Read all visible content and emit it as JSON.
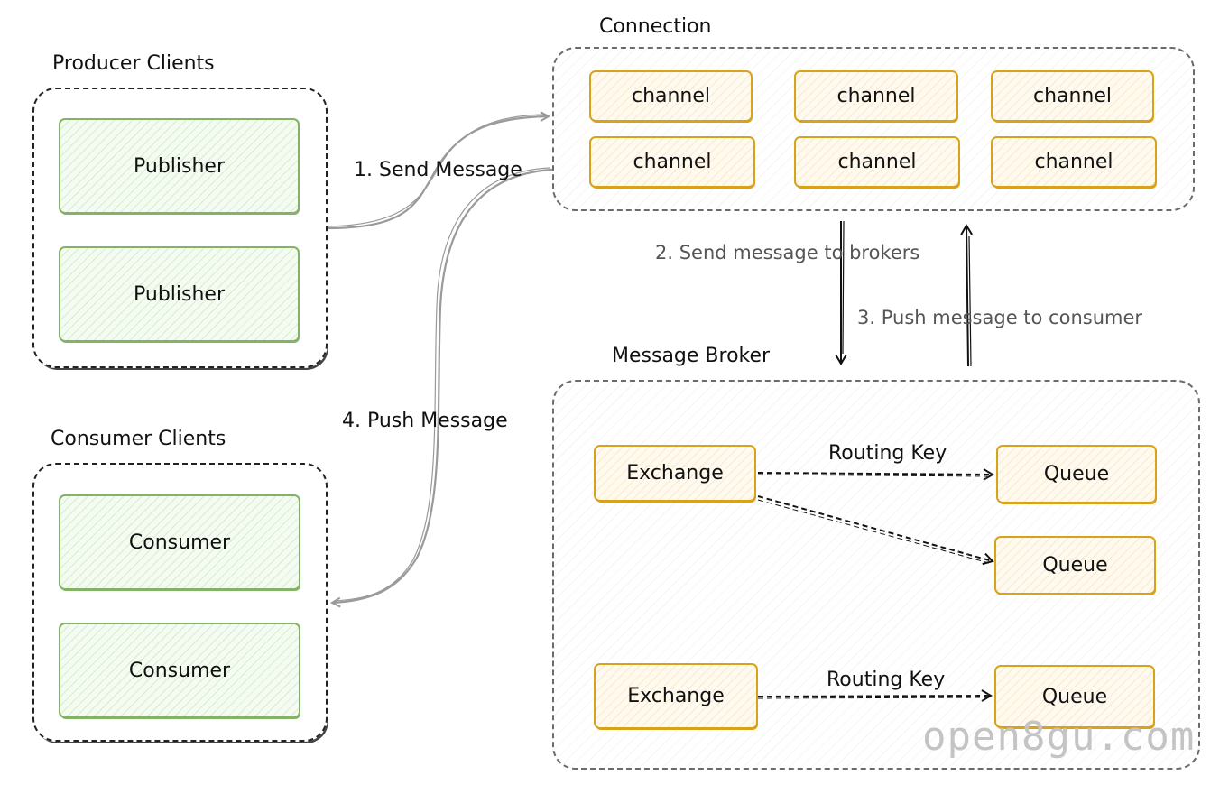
{
  "groups": {
    "producer_clients": "Producer Clients",
    "consumer_clients": "Consumer Clients",
    "connection": "Connection",
    "message_broker": "Message Broker"
  },
  "producers": [
    "Publisher",
    "Publisher"
  ],
  "consumers": [
    "Consumer",
    "Consumer"
  ],
  "channels": [
    "channel",
    "channel",
    "channel",
    "channel",
    "channel",
    "channel"
  ],
  "broker": {
    "exchanges": [
      "Exchange",
      "Exchange"
    ],
    "queues": [
      "Queue",
      "Queue",
      "Queue"
    ],
    "routing_keys": [
      "Routing Key",
      "Routing Key"
    ]
  },
  "flows": {
    "send_message": "1. Send Message",
    "send_to_brokers": "2. Send message to brokers",
    "push_to_consumer": "3. Push message to consumer",
    "push_message": "4. Push Message"
  },
  "watermark": "open8gu.com",
  "colors": {
    "client_stroke": "#82b366",
    "broker_stroke": "#d6a31a",
    "arrow_gray": "#9a9a9a",
    "text": "#111111"
  }
}
